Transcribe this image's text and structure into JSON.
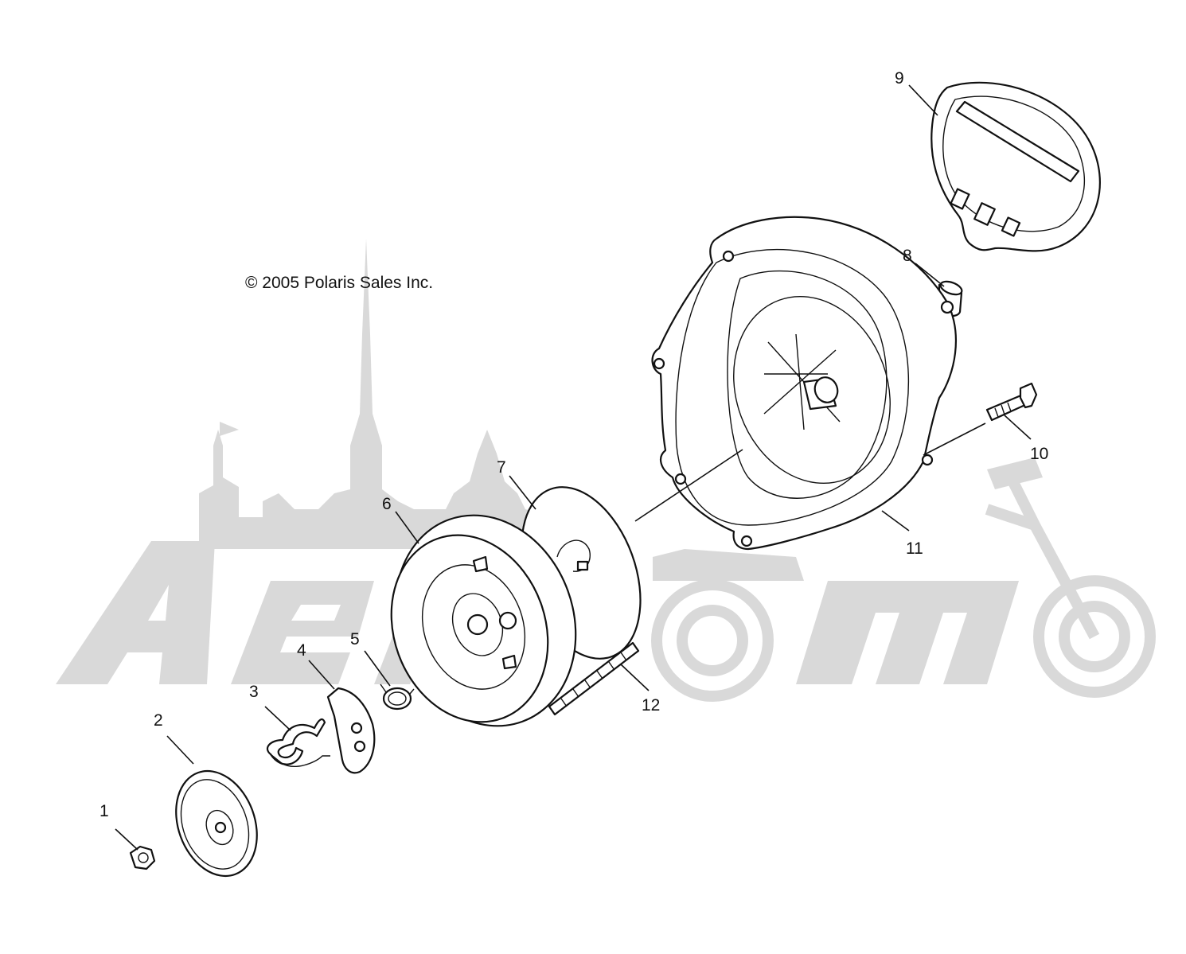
{
  "copyright": "© 2005 Polaris Sales Inc.",
  "watermark": {
    "text": "AeroMoto",
    "color": "#d9d9d9"
  },
  "callouts": [
    {
      "id": "1",
      "text": "1"
    },
    {
      "id": "2",
      "text": "2"
    },
    {
      "id": "3",
      "text": "3"
    },
    {
      "id": "4",
      "text": "4"
    },
    {
      "id": "5",
      "text": "5"
    },
    {
      "id": "6",
      "text": "6"
    },
    {
      "id": "7",
      "text": "7"
    },
    {
      "id": "8",
      "text": "8"
    },
    {
      "id": "9",
      "text": "9"
    },
    {
      "id": "10",
      "text": "10"
    },
    {
      "id": "11",
      "text": "11"
    },
    {
      "id": "12",
      "text": "12"
    }
  ]
}
